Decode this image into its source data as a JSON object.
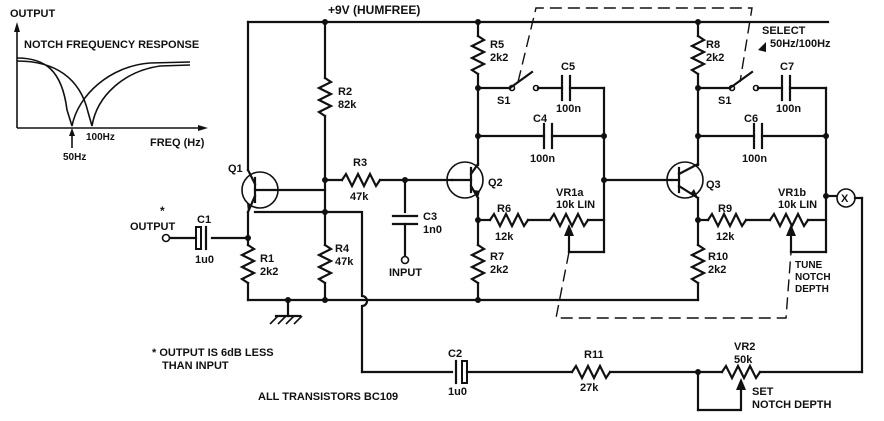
{
  "graph": {
    "y_axis_label": "OUTPUT",
    "title": "NOTCH FREQUENCY RESPONSE",
    "x_axis_label": "FREQ (Hz)",
    "marker_50": "50Hz",
    "marker_100": "100Hz"
  },
  "supply": "+9V (HUMFREE)",
  "select_label_1": "SELECT",
  "select_label_2": "50Hz/100Hz",
  "components": {
    "Q1": "Q1",
    "Q2": "Q2",
    "Q3": "Q3",
    "R1": "R1",
    "R1v": "2k2",
    "R2": "R2",
    "R2v": "82k",
    "R3": "R3",
    "R3v": "47k",
    "R4": "R4",
    "R4v": "47k",
    "R5": "R5",
    "R5v": "2k2",
    "R6": "R6",
    "R6v": "12k",
    "R7": "R7",
    "R7v": "2k2",
    "R8": "R8",
    "R8v": "2k2",
    "R9": "R9",
    "R9v": "12k",
    "R10": "R10",
    "R10v": "2k2",
    "R11": "R11",
    "R11v": "27k",
    "C1": "C1",
    "C1v": "1u0",
    "C2": "C2",
    "C2v": "1u0",
    "C3": "C3",
    "C3v": "1n0",
    "C4": "C4",
    "C4v": "100n",
    "C5": "C5",
    "C5v": "100n",
    "C6": "C6",
    "C6v": "100n",
    "C7": "C7",
    "C7v": "100n",
    "S1a": "S1",
    "S1b": "S1",
    "VR1a": "VR1a",
    "VR1av": "10k LIN",
    "VR1b": "VR1b",
    "VR1bv": "10k LIN",
    "VR2": "VR2",
    "VR2v": "50k"
  },
  "labels": {
    "output_star": "*",
    "output": "OUTPUT",
    "input": "INPUT",
    "x_node": "X",
    "tune_1": "TUNE",
    "tune_2": "NOTCH",
    "tune_3": "DEPTH",
    "set_1": "SET",
    "set_2": "NOTCH DEPTH",
    "note_1": "* OUTPUT IS 6dB LESS",
    "note_2": "THAN INPUT",
    "transistors": "ALL TRANSISTORS BC109"
  }
}
